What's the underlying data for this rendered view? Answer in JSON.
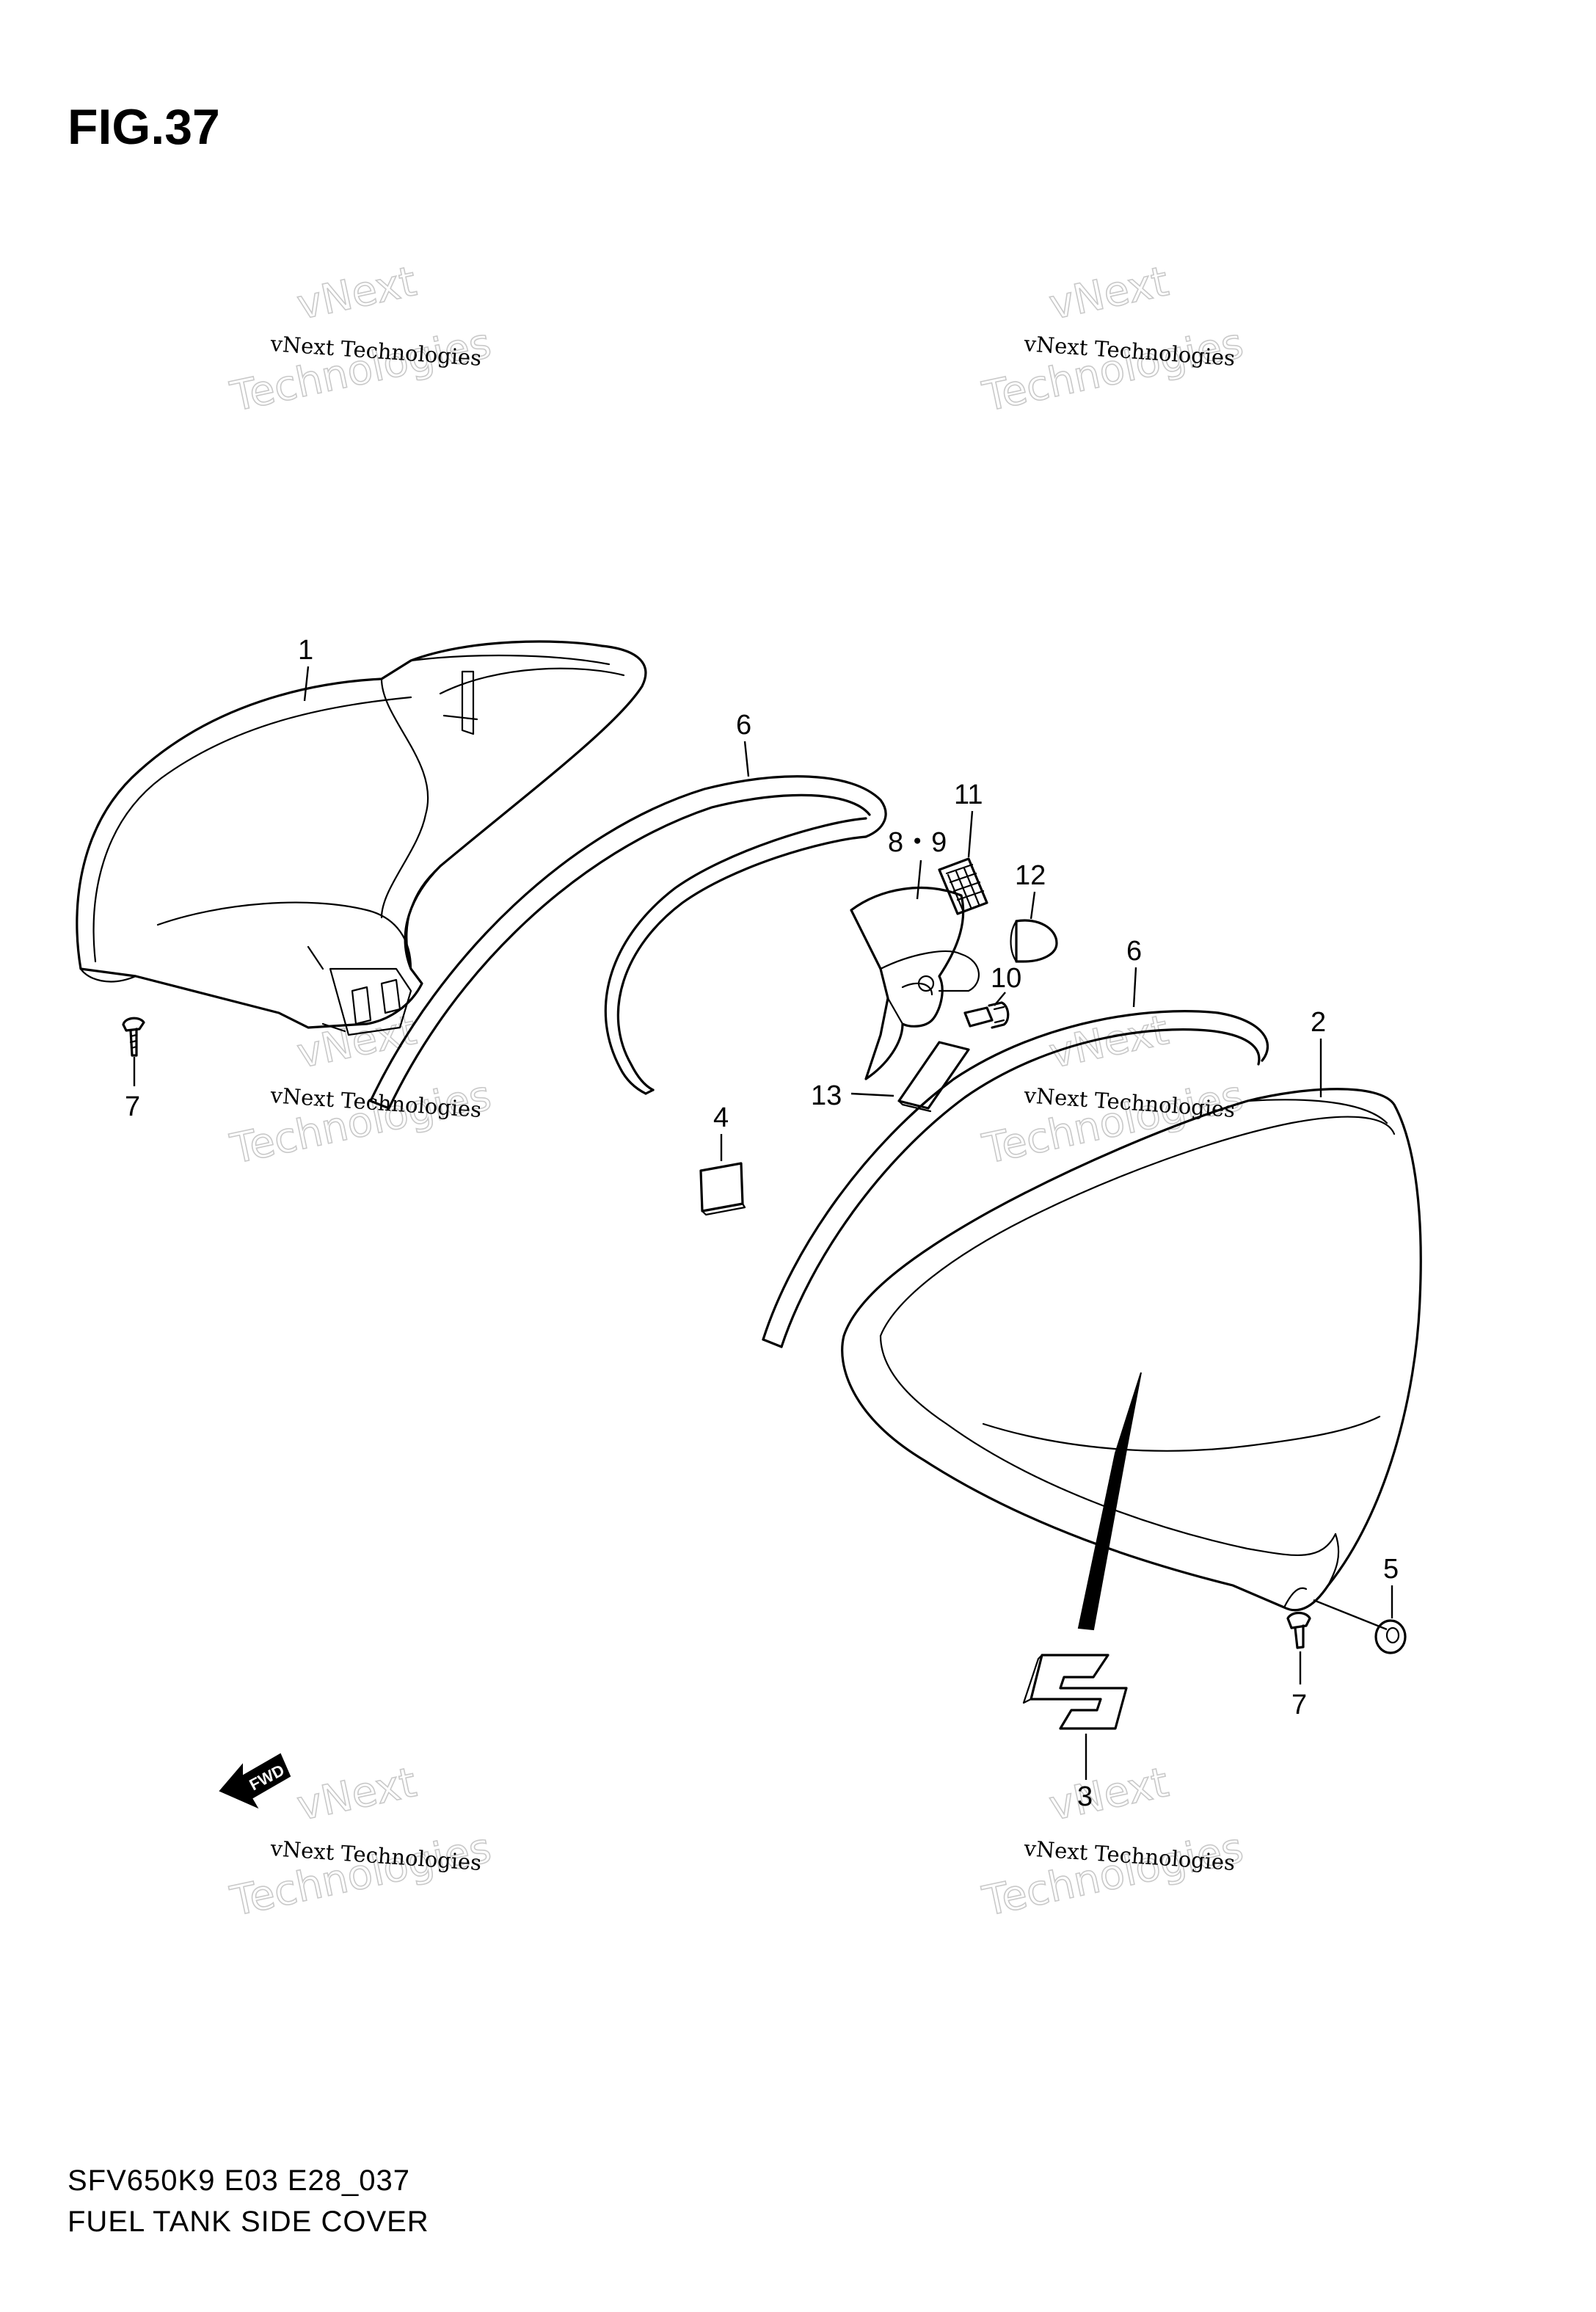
{
  "figure": {
    "title": "FIG.37",
    "code": "SFV650K9 E03 E28_037",
    "name": "FUEL TANK SIDE COVER"
  },
  "watermark": {
    "small": "vNext Technologies",
    "big_line1": "vNext",
    "big_line2": "Technologies"
  },
  "fwd_label": "FWD",
  "callouts": {
    "c1": "1",
    "c2": "2",
    "c3": "3",
    "c4": "4",
    "c5": "5",
    "c6a": "6",
    "c6b": "6",
    "c7a": "7",
    "c7b": "7",
    "c89": "8・9",
    "c10": "10",
    "c11": "11",
    "c12": "12",
    "c13": "13"
  }
}
